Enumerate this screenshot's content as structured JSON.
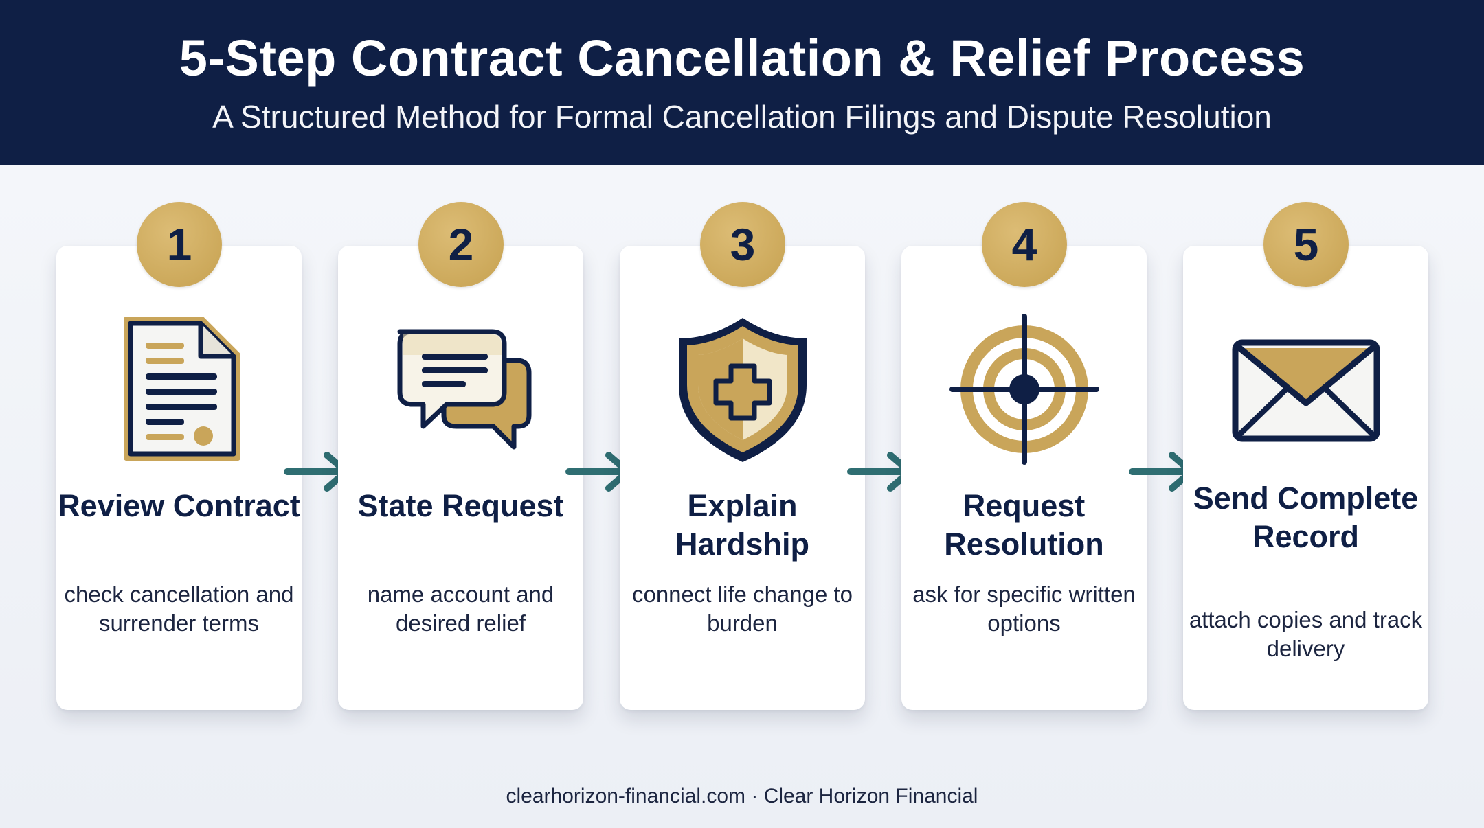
{
  "header": {
    "title": "5-Step Contract Cancellation & Relief Process",
    "subtitle": "A Structured Method for Formal Cancellation Filings and Dispute Resolution"
  },
  "steps": [
    {
      "number": "1",
      "title": "Review Contract",
      "description": "check cancellation and surrender terms",
      "icon": "document-icon"
    },
    {
      "number": "2",
      "title": "State Request",
      "description": "name account and desired relief",
      "icon": "chat-bubbles-icon"
    },
    {
      "number": "3",
      "title": "Explain Hardship",
      "description": "connect life change to burden",
      "icon": "shield-plus-icon"
    },
    {
      "number": "4",
      "title": "Request Resolution",
      "description": "ask for specific written options",
      "icon": "target-icon"
    },
    {
      "number": "5",
      "title": "Send Complete Record",
      "description": "attach copies and track delivery",
      "icon": "envelope-icon"
    }
  ],
  "footer": {
    "text": "clearhorizon-financial.com · Clear Horizon Financial"
  },
  "colors": {
    "navy": "#0f1f45",
    "gold": "#c9a55a",
    "teal_arrow": "#2f6e72",
    "background": "#eef1f6"
  }
}
